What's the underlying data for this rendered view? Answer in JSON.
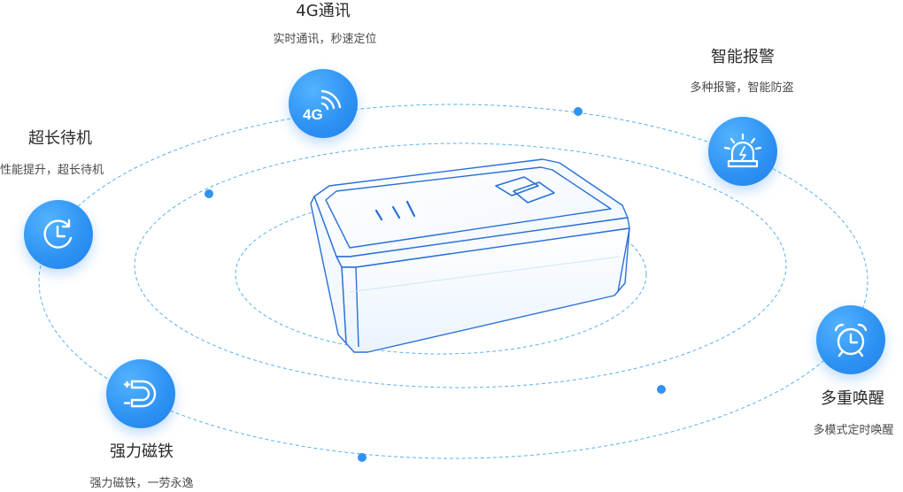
{
  "features": {
    "fourg": {
      "title": "4G通讯",
      "desc": "实时通讯，秒速定位",
      "icon": "signal-4g-icon",
      "badge": "4G"
    },
    "alarm": {
      "title": "智能报警",
      "desc": "多种报警，智能防盗",
      "icon": "siren-icon"
    },
    "standby": {
      "title": "超长待机",
      "desc": "性能提升，超长待机",
      "icon": "clock-refresh-icon"
    },
    "wakeup": {
      "title": "多重唤醒",
      "desc": "多模式定时唤醒",
      "icon": "alarm-clock-icon"
    },
    "magnet": {
      "title": "强力磁铁",
      "desc": "强力磁铁，一劳永逸",
      "icon": "magnet-icon"
    }
  },
  "colors": {
    "accent": "#2f93f3",
    "orbit": "#5bb1ec",
    "device_outline": "#2a6fd6"
  }
}
